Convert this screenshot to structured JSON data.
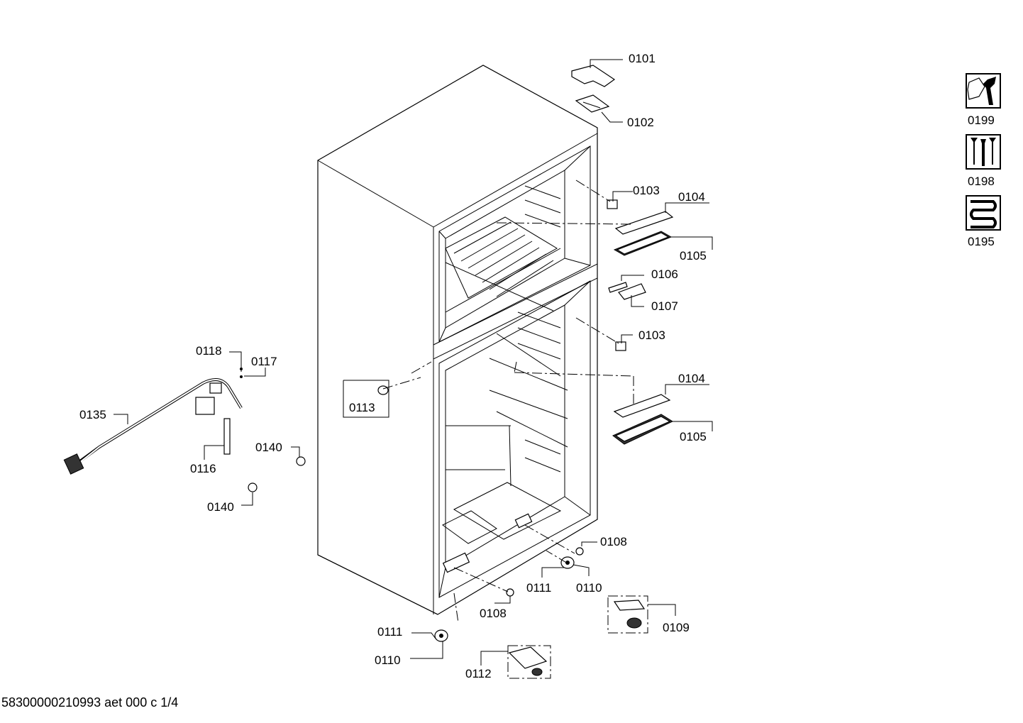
{
  "labels": {
    "p0101": "0101",
    "p0102": "0102",
    "p0103a": "0103",
    "p0103b": "0103",
    "p0104a": "0104",
    "p0104b": "0104",
    "p0105a": "0105",
    "p0105b": "0105",
    "p0106": "0106",
    "p0107": "0107",
    "p0108a": "0108",
    "p0108b": "0108",
    "p0109": "0109",
    "p0110a": "0110",
    "p0110b": "0110",
    "p0111a": "0111",
    "p0111b": "0111",
    "p0112": "0112",
    "p0113": "0113",
    "p0116": "0116",
    "p0117": "0117",
    "p0118": "0118",
    "p0135": "0135",
    "p0140a": "0140",
    "p0140b": "0140"
  },
  "kits": {
    "k0199": "0199",
    "k0198": "0198",
    "k0195": "0195"
  },
  "footer": "58300000210993 aet 000 c 1/4"
}
